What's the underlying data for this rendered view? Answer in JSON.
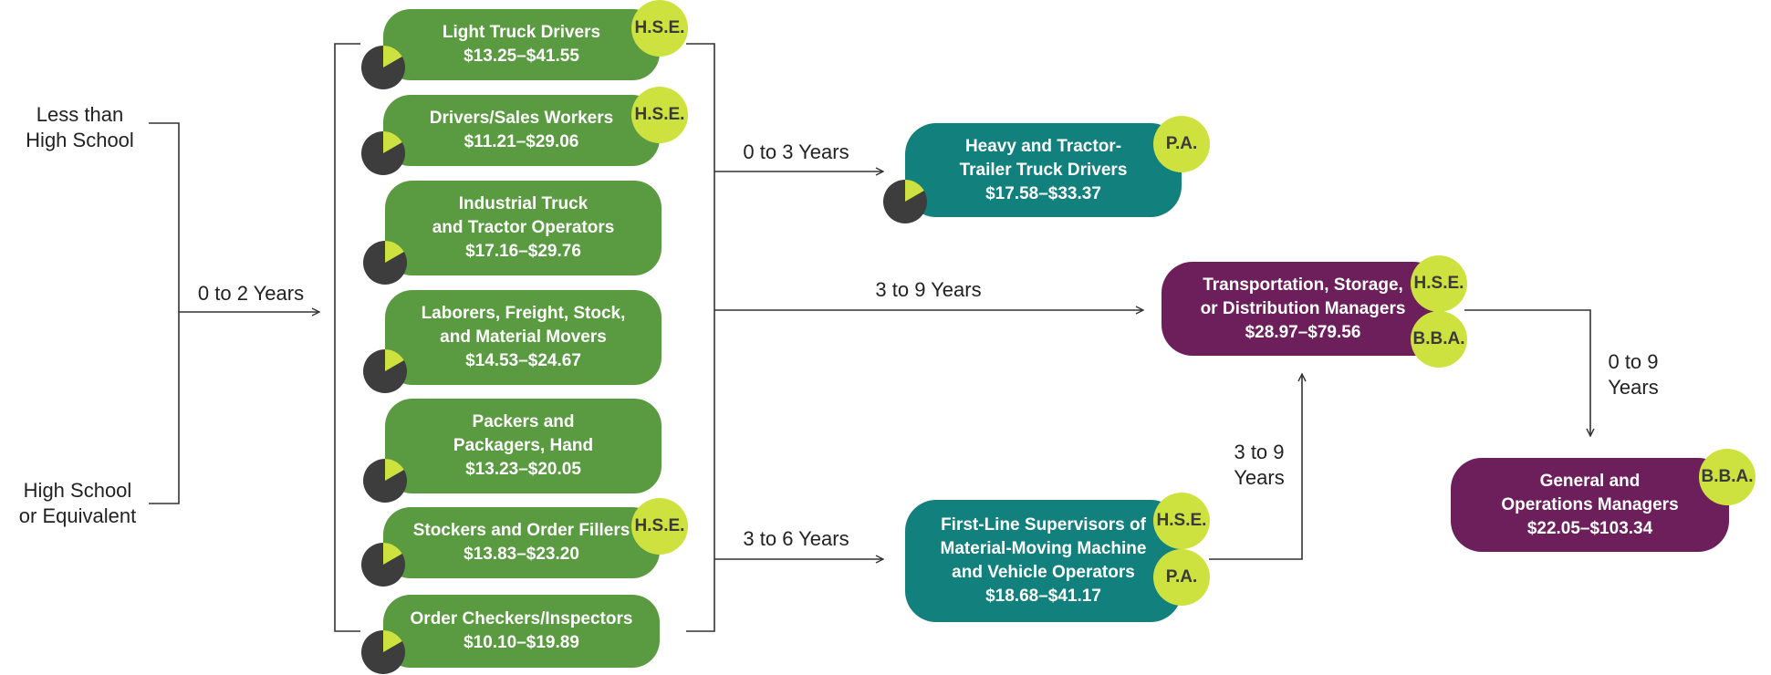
{
  "education": {
    "less_than_hs": [
      "Less than",
      "High School"
    ],
    "hs_equivalent": [
      "High School",
      "or Equivalent"
    ]
  },
  "transitions": {
    "to_entry": "0 to 2 Years",
    "to_heavy": "0 to 3 Years",
    "to_managers": "3 to 9 Years",
    "to_supervisors": "3 to 6 Years",
    "supervisors_to_managers": [
      "3 to 9",
      "Years"
    ],
    "managers_to_general": [
      "0 to 9",
      "Years"
    ]
  },
  "entry_jobs": [
    {
      "lines": [
        "Light Truck Drivers",
        "$13.25–$41.55"
      ],
      "badge": "H.S.E."
    },
    {
      "lines": [
        "Drivers/Sales Workers",
        "$11.21–$29.06"
      ],
      "badge": "H.S.E."
    },
    {
      "lines": [
        "Industrial Truck",
        "and Tractor Operators",
        "$17.16–$29.76"
      ],
      "badge": ""
    },
    {
      "lines": [
        "Laborers, Freight, Stock,",
        "and Material Movers",
        "$14.53–$24.67"
      ],
      "badge": ""
    },
    {
      "lines": [
        "Packers and",
        "Packagers, Hand",
        "$13.23–$20.05"
      ],
      "badge": ""
    },
    {
      "lines": [
        "Stockers and Order Fillers",
        "$13.83–$23.20"
      ],
      "badge": "H.S.E."
    },
    {
      "lines": [
        "Order Checkers/Inspectors",
        "$10.10–$19.89"
      ],
      "badge": ""
    }
  ],
  "heavy_truck": {
    "lines": [
      "Heavy and Tractor-",
      "Trailer Truck Drivers",
      "$17.58–$33.37"
    ],
    "badge": "P.A."
  },
  "supervisors": {
    "lines": [
      "First-Line Supervisors of",
      "Material-Moving Machine",
      "and Vehicle Operators",
      "$18.68–$41.17"
    ],
    "badges": [
      "H.S.E.",
      "P.A."
    ]
  },
  "managers": {
    "lines": [
      "Transportation, Storage,",
      "or Distribution Managers",
      "$28.97–$79.56"
    ],
    "badges": [
      "H.S.E.",
      "B.B.A."
    ]
  },
  "general_managers": {
    "lines": [
      "General and",
      "Operations Managers",
      "$22.05–$103.34"
    ],
    "badge": "B.B.A."
  },
  "colors": {
    "entry": "#5a9a41",
    "mid": "#12807d",
    "senior": "#6d1f5c",
    "badge": "#cde23f",
    "pie_dark": "#3d3d3d",
    "pie_light": "#cde23f"
  }
}
